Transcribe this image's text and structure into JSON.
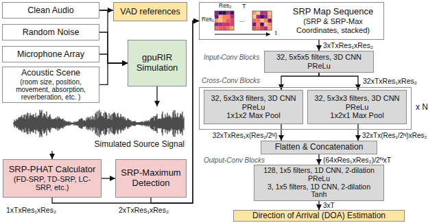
{
  "diagram": {
    "nodes": [
      {
        "text": [
          "Clean Audio"
        ]
      },
      {
        "text": [
          "Random Noise"
        ]
      },
      {
        "text": [
          "Microphone Array"
        ]
      },
      {
        "text": [
          "Acoustic Scene",
          "(room size, position, movement, absorption, reverberation, etc. )"
        ]
      },
      {
        "text": [
          "VAD references"
        ]
      },
      {
        "text": [
          "gpuRIR Simulation"
        ]
      },
      {
        "text": [
          "Simulated Source Signal"
        ]
      },
      {
        "text": [
          "SRP-PHAT Calculator",
          "(FD-SRP, TD-SRP, LC-SRP, etc.)"
        ]
      },
      {
        "text": [
          "SRP-Maximum Detection"
        ]
      },
      {
        "text": [
          "SRP Map Sequence",
          "(SRP & SRP-Max Coordinates, stacked)"
        ]
      },
      {
        "text": [
          "32, 5x5x5 filters, 3D CNN",
          "PReLu"
        ]
      },
      {
        "text": [
          "Cross-Conv Blocks"
        ]
      },
      {
        "text": [
          "32, 5x3x3 filters, 3D CNN",
          "PReLu",
          "1x1x2 Max Pool"
        ],
        "in": 11
      },
      {
        "text": [
          "32, 5x3x3 filters, 3D CNN",
          "PReLu",
          "1x2x1 Max Pool"
        ],
        "in": 11
      },
      {
        "text": [
          "Flatten & Concatenation"
        ]
      },
      {
        "text": [
          "128, 1x5 filters, 1D CNN, 2-dilation",
          "PReLu",
          "3, 1x5 filters, 1D CNN, 2-dilation",
          "Tanh"
        ]
      },
      {
        "text": [
          "Direction of Arrival (DOA) Estimation"
        ]
      }
    ],
    "edges": [
      {
        "from": 0,
        "to": 4,
        "arrow": "to"
      },
      {
        "from": 0,
        "to": 5,
        "arrow": "to"
      },
      {
        "from": 1,
        "to": 5,
        "arrow": "to"
      },
      {
        "from": 2,
        "to": 5,
        "arrow": "to"
      },
      {
        "from": 3,
        "to": 5,
        "arrow": "to"
      },
      {
        "from": 5,
        "to": 6,
        "arrow": "to"
      },
      {
        "from": 6,
        "to": 7,
        "arrow": "to"
      },
      {
        "from": 7,
        "to": 8,
        "arrow": "to"
      },
      {
        "from": 7,
        "to": 9,
        "label": "1xTxRes₁xRes₂",
        "arrow": "to"
      },
      {
        "from": 8,
        "to": 9,
        "label": "2xTxRes₁xRes₂",
        "arrow": "to"
      },
      {
        "from": 9,
        "to": 10,
        "label": "3xTxRes₁xRes₂",
        "arrow": "to"
      },
      {
        "from": 10,
        "to": 12,
        "label": "32xTxRes₁xRes₂",
        "arrow": "to"
      },
      {
        "from": 10,
        "to": 13,
        "arrow": "to"
      },
      {
        "from": 12,
        "to": 14,
        "label": "32xTxRes₁x(Res₂/2ᴺ)",
        "arrow": "to"
      },
      {
        "from": 13,
        "to": 14,
        "label": "32xTx(Res₁/2ᴺ)xRes₂",
        "arrow": "to"
      },
      {
        "from": 14,
        "to": 15,
        "label": "(64xRes₁xRes₂)/2ᴺxT",
        "arrow": "to"
      },
      {
        "from": 15,
        "to": 16,
        "label": "3xT",
        "arrow": "to"
      }
    ],
    "labels": [
      "Input-Conv Blocks",
      "Output-Conv Blocks",
      "x N",
      "Res₂",
      "Res₁",
      "T",
      "...",
      "t"
    ]
  }
}
